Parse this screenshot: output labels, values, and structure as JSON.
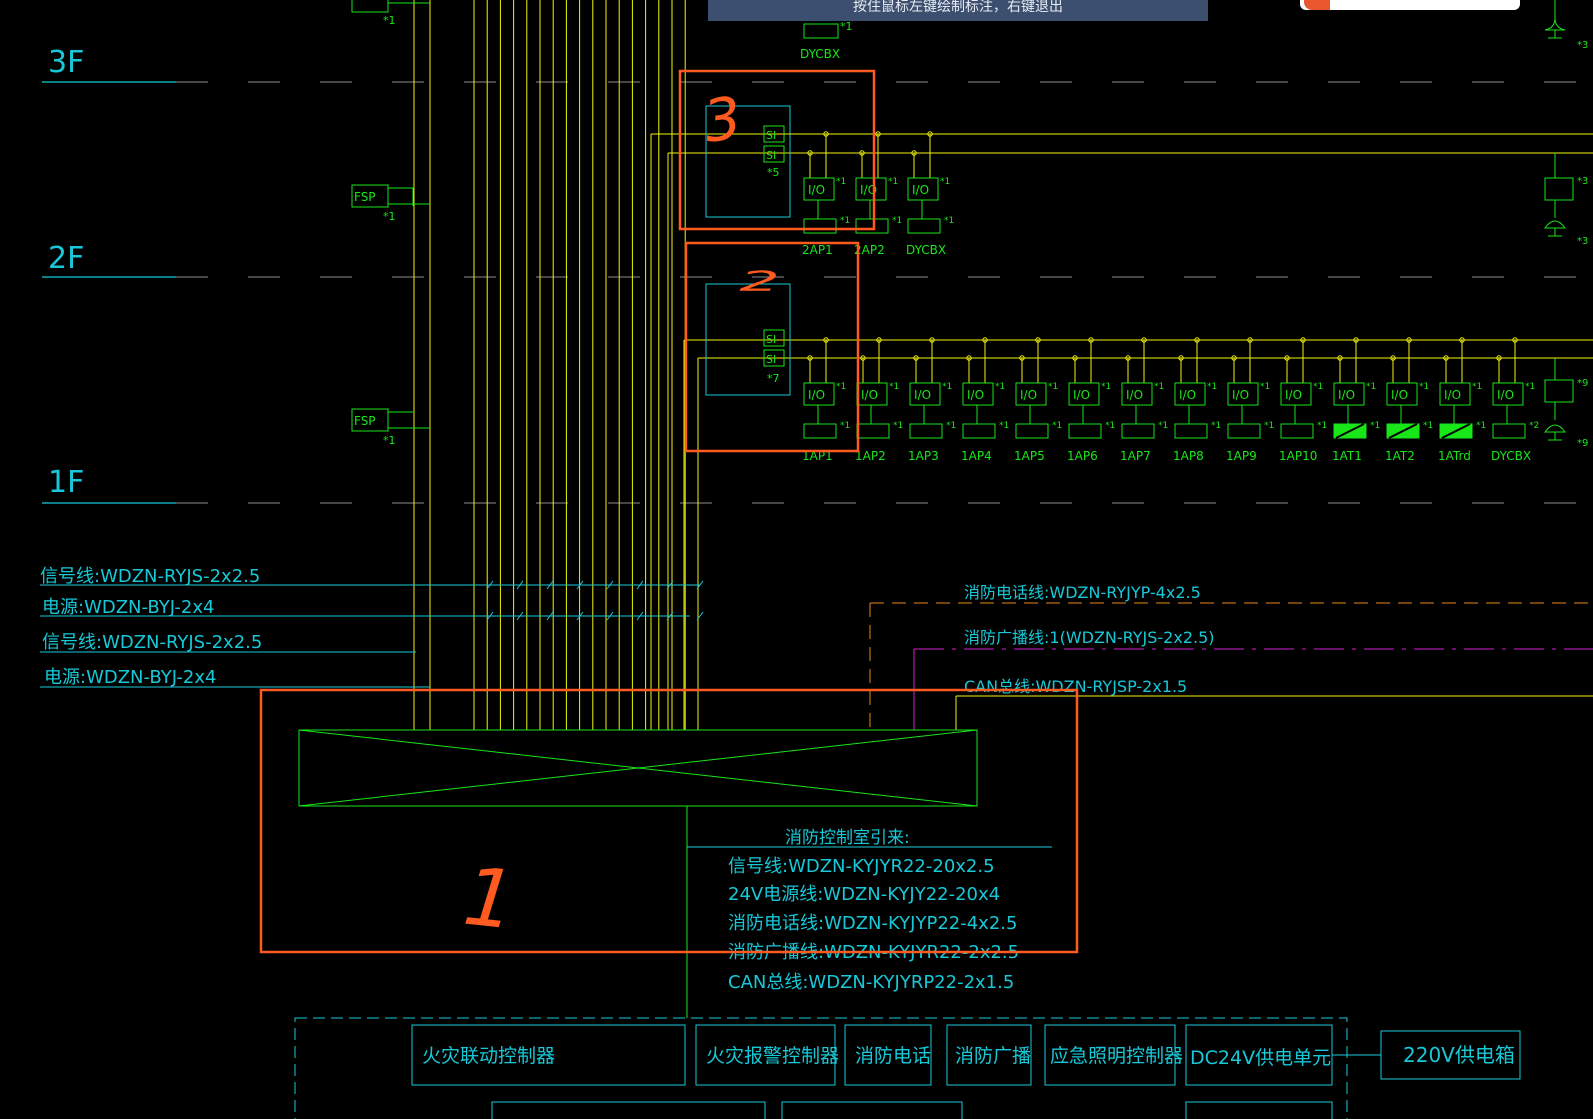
{
  "tooltip": "按住鼠标左键绘制标注，右键退出",
  "floors": [
    "3F",
    "2F",
    "1F"
  ],
  "fsp_label": "FSP",
  "multiplier_one": "*1",
  "top_partial_label": "DYCBX",
  "annotations": [
    "3",
    "2",
    "1"
  ],
  "si_label": "SI",
  "floor2": {
    "count": "*5",
    "modules": [
      "2AP1",
      "2AP2",
      "DYCBX"
    ],
    "right_multipliers": [
      "*3",
      "*3"
    ]
  },
  "floor1": {
    "count": "*7",
    "modules": [
      "1AP1",
      "1AP2",
      "1AP3",
      "1AP4",
      "1AP5",
      "1AP6",
      "1AP7",
      "1AP8",
      "1AP9",
      "1AP10",
      "1AT1",
      "1AT2",
      "1ATrd",
      "DYCBX"
    ],
    "dycbx_multiplier": "*2",
    "right_multipliers": [
      "*9",
      "*9"
    ]
  },
  "io_label": "I/O",
  "left_cables": [
    "信号线:WDZN-RYJS-2x2.5",
    "电源:WDZN-BYJ-2x4",
    "信号线:WDZN-RYJS-2x2.5",
    "电源:WDZN-BYJ-2x4"
  ],
  "right_cables": [
    "消防电话线:WDZN-RYJYP-4x2.5",
    "消防广播线:1(WDZN-RYJS-2x2.5)",
    "CAN总线:WDZN-RYJSP-2x1.5"
  ],
  "control_room": {
    "title": "消防控制室引来:",
    "lines": [
      "信号线:WDZN-KYJYR22-20x2.5",
      "24V电源线:WDZN-KYJY22-20x4",
      "消防电话线:WDZN-KYJYP22-4x2.5",
      "消防广播线:WDZN-KYJYR22-2x2.5",
      "CAN总线:WDZN-KYJYRP22-2x1.5"
    ]
  },
  "equipment": [
    "火灾联动控制器",
    "火灾报警控制器",
    "消防电话",
    "消防广播",
    "应急照明控制器",
    "DC24V供电单元"
  ],
  "power_box": "220V供电箱",
  "colors": {
    "bg": "#000000",
    "yellow": "#f2f20a",
    "green": "#19e619",
    "cyan": "#17c9d8",
    "orange_markup": "#ff5a1f",
    "orange_line": "#e68a1a",
    "magenta": "#d21fd2",
    "tooltip_bg": "#3c4f6e"
  }
}
